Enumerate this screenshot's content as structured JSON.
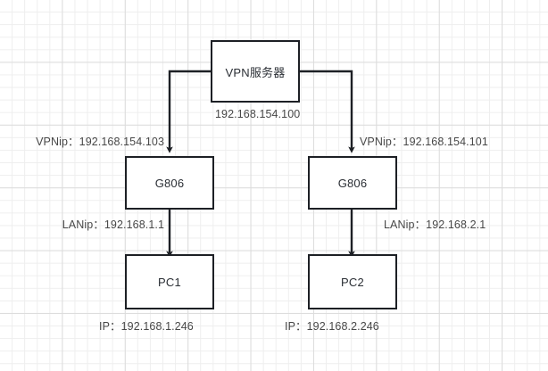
{
  "diagram": {
    "title_node": {
      "id": "vpn-server",
      "label": "VPN服务器",
      "ip_label": "192.168.154.100"
    },
    "nodes": [
      {
        "id": "vpn-server",
        "label": "VPN服务器"
      },
      {
        "id": "gateway-left",
        "label": "G806"
      },
      {
        "id": "gateway-right",
        "label": "G806"
      },
      {
        "id": "pc1",
        "label": "PC1"
      },
      {
        "id": "pc2",
        "label": "PC2"
      }
    ],
    "labels": {
      "vpn_server_ip": "192.168.154.100",
      "left_vpn_ip": "VPNip：192.168.154.103",
      "right_vpn_ip": "VPNip：192.168.154.101",
      "left_lan_ip": "LANip：192.168.1.1",
      "right_lan_ip": "LANip：192.168.2.1",
      "pc1_ip": "IP：192.168.1.246",
      "pc2_ip": "IP：192.168.2.246"
    },
    "colors": {
      "node_border": "#1d2025",
      "node_fill": "#ffffff",
      "node_text": "#2a2e34",
      "label_text": "#474747",
      "edge": "#1d2025",
      "grid_minor": "#eeeeee",
      "grid_major": "#dcdcdc",
      "canvas": "#ffffff"
    }
  }
}
